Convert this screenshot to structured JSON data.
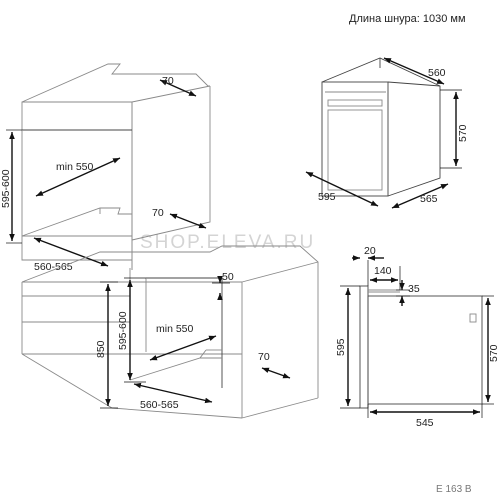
{
  "header": {
    "cord_length": "Длина шнура: 1030 мм"
  },
  "watermark": "SHOP.ELEVA.RU",
  "model_code": "E 163 B",
  "colors": {
    "line": "#444444",
    "dimension": "#111111",
    "text": "#222222",
    "watermark": "#d4d4d4"
  },
  "cabinet_top": {
    "depth_back": "70",
    "width_min": "min 550",
    "height": "595-600",
    "depth": "560-565"
  },
  "cabinet_tall": {
    "depth_back": "70",
    "gap_top": "50",
    "width_min": "min 550",
    "height_niche": "595-600",
    "height_total": "850",
    "depth_bottom": "70",
    "depth": "560-565"
  },
  "oven_3d": {
    "depth": "560",
    "height": "570",
    "width": "595",
    "side_depth": "565"
  },
  "side_view": {
    "dim_20": "20",
    "dim_140": "140",
    "dim_35": "35",
    "front_height": "595",
    "body_height": "570",
    "depth": "545"
  }
}
